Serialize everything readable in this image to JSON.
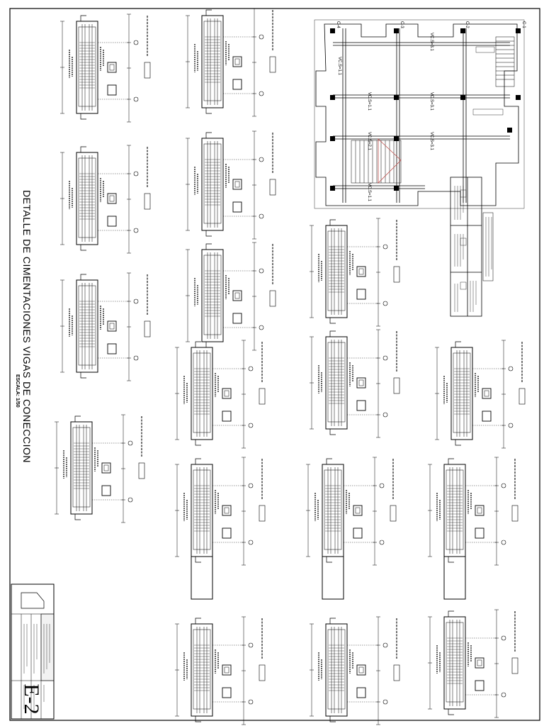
{
  "drawing": {
    "title": "DETALLE DE CIMENTACIONES VIGAS DE CONECCION",
    "scale": "ESCALA: 1/50",
    "sheet_number": "E-2"
  },
  "plan": {
    "beam_labels": [
      "VC.S=1.1",
      "VC.S=3.1",
      "VC.S=1.1",
      "VC.S=3.1",
      "VC.S=2.1",
      "VC.S=3.1",
      "VC.S=1.1"
    ],
    "column_labels": [
      "C-4",
      "C-3",
      "C-2",
      "C-1"
    ]
  },
  "colors": {
    "line": "#000000",
    "stair_highlight": "#c0504d",
    "paper": "#ffffff"
  }
}
